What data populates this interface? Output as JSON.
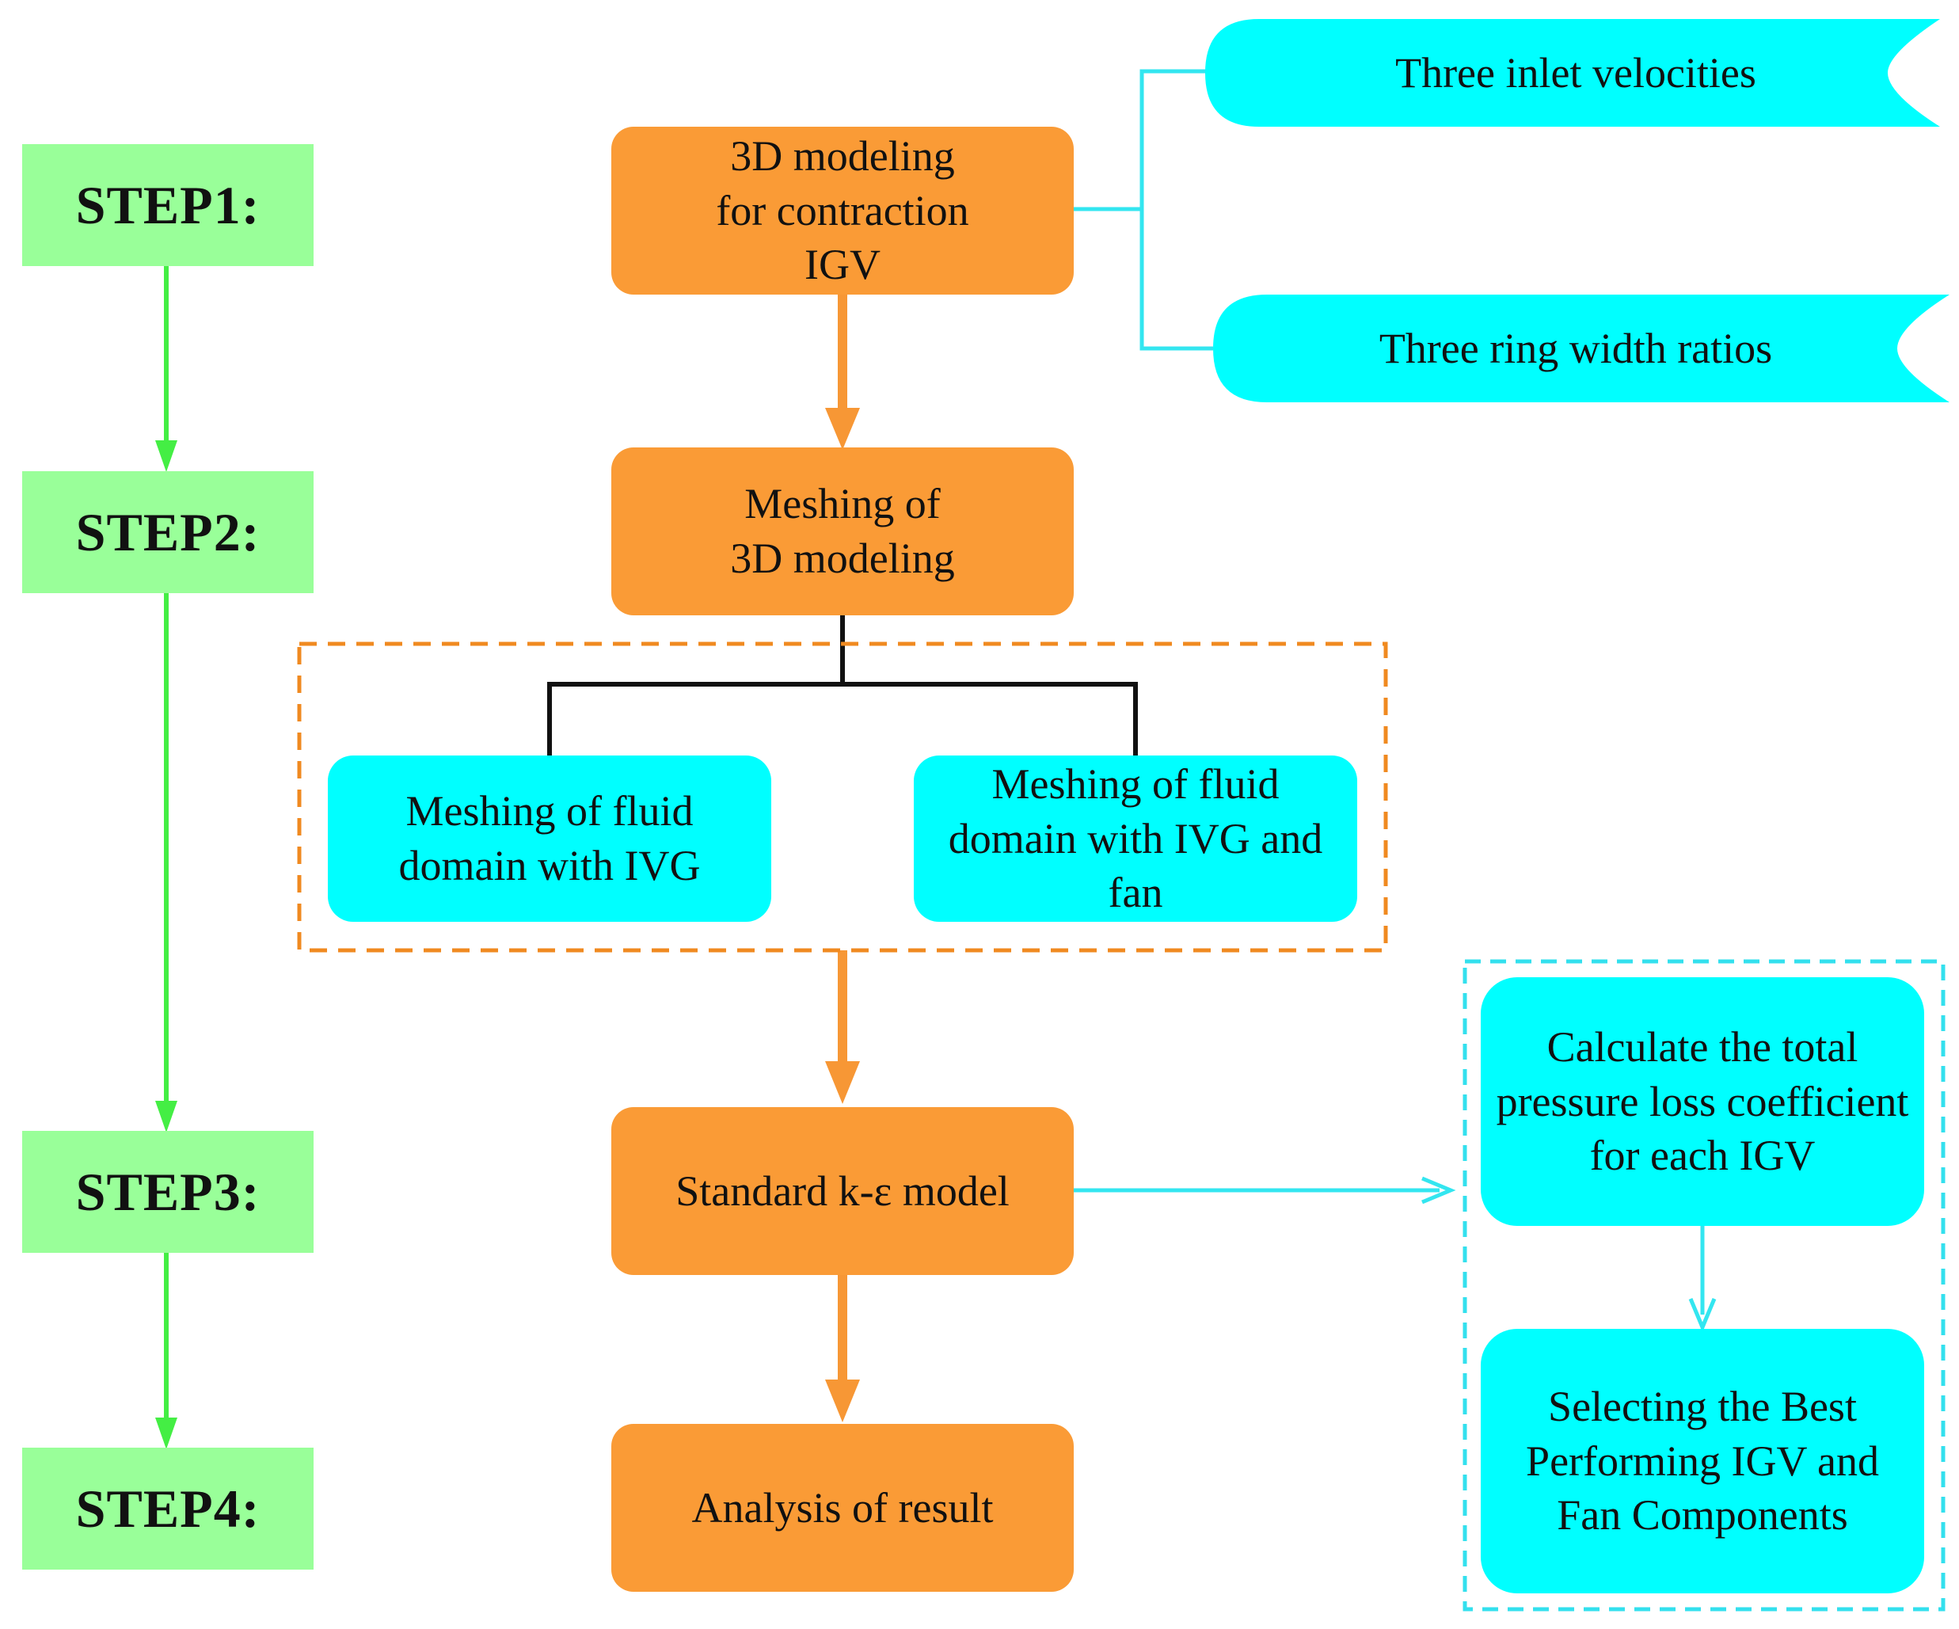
{
  "colors": {
    "step": "#99ff99",
    "orange": "#fa9b36",
    "cyan": "#00ffff",
    "green_arrow": "#44ee44",
    "orange_line": "#f79735",
    "cyan_line": "#33e6f0",
    "black_line": "#111111",
    "orange_dash": "#f08a20",
    "cyan_dash": "#33e0ee"
  },
  "steps": [
    {
      "label": "STEP1:"
    },
    {
      "label": "STEP2:"
    },
    {
      "label": "STEP3:"
    },
    {
      "label": "STEP4:"
    }
  ],
  "process": {
    "modeling": "3D modeling for contraction IGV",
    "meshing": "Meshing of 3D modeling",
    "model": "Standard k-ε model",
    "analysis": "Analysis of result"
  },
  "parameters": {
    "velocities": "Three inlet velocities",
    "ratios": "Three ring width ratios"
  },
  "mesh_options": {
    "igv_only": "Meshing of fluid domain with IVG",
    "igv_fan": "Meshing of fluid domain with IVG and fan"
  },
  "outcomes": {
    "calculate": "Calculate the total pressure loss coefficient for each IGV",
    "select": "Selecting the Best Performing IGV and Fan Components"
  }
}
